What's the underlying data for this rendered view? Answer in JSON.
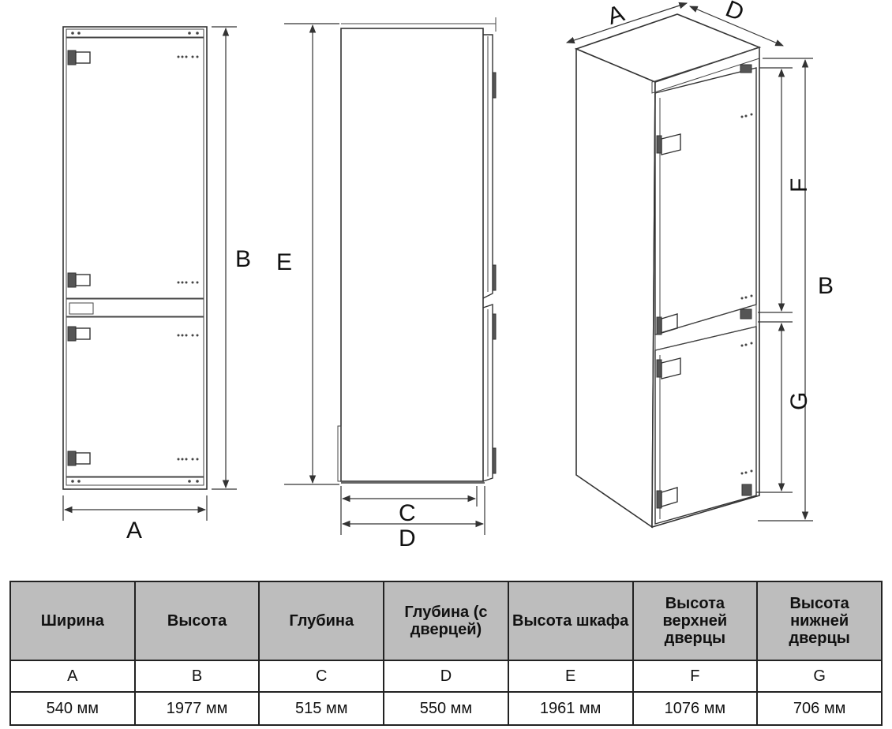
{
  "labels": {
    "front_width": "A",
    "front_height": "B",
    "side_cabinet_height": "E",
    "side_depth": "C",
    "side_depth_door": "D",
    "iso_width": "A",
    "iso_depth": "D",
    "iso_upper_door": "F",
    "iso_height": "B",
    "iso_lower_door": "G"
  },
  "table": {
    "headers": [
      "Ширина",
      "Высота",
      "Глубина",
      "Глубина (с дверцей)",
      "Высота шкафа",
      "Высота верхней дверцы",
      "Высота нижней дверцы"
    ],
    "letters": [
      "A",
      "B",
      "C",
      "D",
      "E",
      "F",
      "G"
    ],
    "values": [
      "540 мм",
      "1977 мм",
      "515 мм",
      "550 мм",
      "1961 мм",
      "1076 мм",
      "706 мм"
    ]
  }
}
